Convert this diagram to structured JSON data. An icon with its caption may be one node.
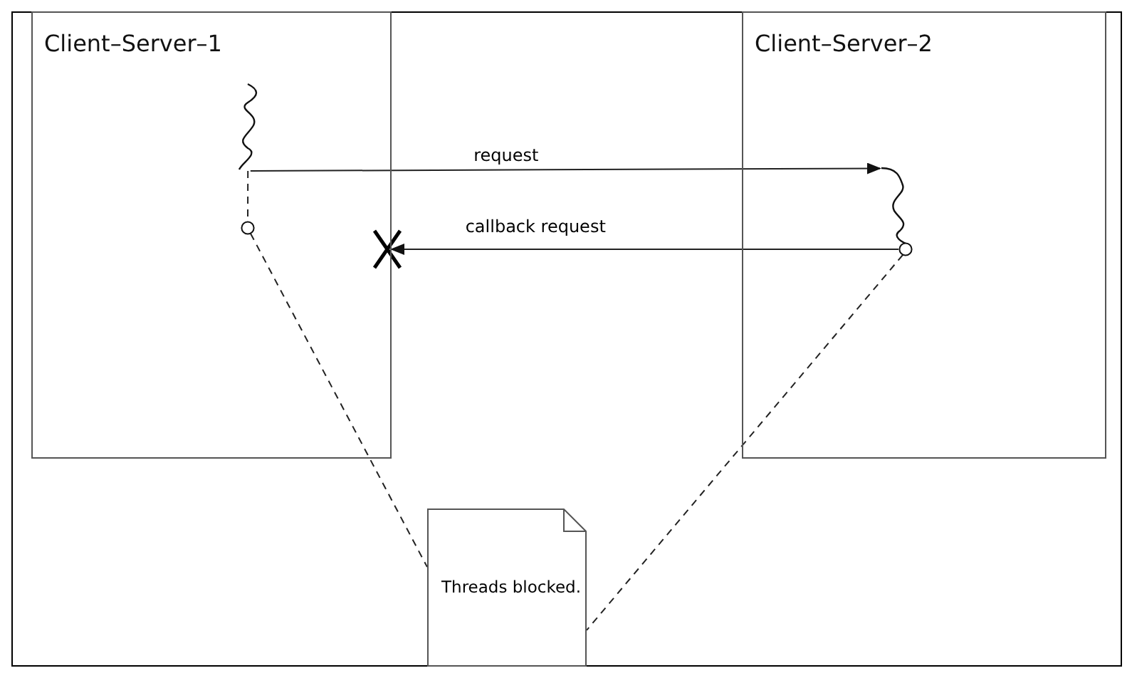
{
  "diagram": {
    "nodes": [
      {
        "text": [
          "Client–Server–1"
        ]
      },
      {
        "text": [
          "Client–Server–2"
        ]
      },
      {
        "text": [],
        "shape": "wave",
        "in": 0
      },
      {
        "text": [],
        "shape": "circle",
        "in": 0
      },
      {
        "text": [],
        "shape": "wave",
        "in": 1
      },
      {
        "text": [],
        "shape": "circle",
        "in": 1
      },
      {
        "text": [
          "Threads blocked."
        ]
      }
    ],
    "edges": [
      {
        "from": 2,
        "to": 4,
        "arrow": "to",
        "label": "request"
      },
      {
        "from": 5,
        "to": 0,
        "arrow": "to",
        "label": "callback request"
      },
      {
        "from": 2,
        "to": 3,
        "arrow": "none",
        "style": "dashed"
      },
      {
        "from": 3,
        "to": 6,
        "arrow": "none",
        "style": "dashed"
      },
      {
        "from": 5,
        "to": 6,
        "arrow": "none",
        "style": "dashed"
      }
    ]
  }
}
